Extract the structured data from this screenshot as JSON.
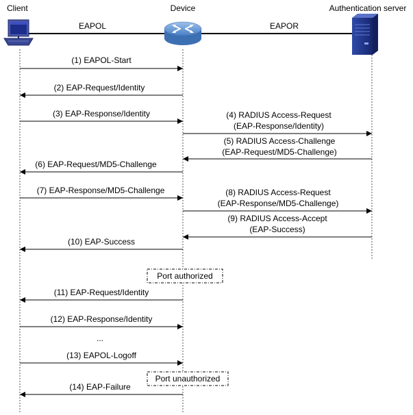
{
  "participants": {
    "client": "Client",
    "device": "Device",
    "server": "Authentication server"
  },
  "links": {
    "eapol": "EAPOL",
    "eapor": "EAPOR"
  },
  "messages": [
    {
      "id": "m1",
      "label": "(1) EAPOL-Start"
    },
    {
      "id": "m2",
      "label": "(2) EAP-Request/Identity"
    },
    {
      "id": "m3",
      "label": "(3) EAP-Response/Identity"
    },
    {
      "id": "m4",
      "label": "(4) RADIUS Access-Request",
      "sub": "(EAP-Response/Identity)"
    },
    {
      "id": "m5",
      "label": "(5) RADIUS Access-Challenge",
      "sub": "(EAP-Request/MD5-Challenge)"
    },
    {
      "id": "m6",
      "label": "(6) EAP-Request/MD5-Challenge"
    },
    {
      "id": "m7",
      "label": "(7) EAP-Response/MD5-Challenge"
    },
    {
      "id": "m8",
      "label": "(8) RADIUS Access-Request",
      "sub": "(EAP-Response/MD5-Challenge)"
    },
    {
      "id": "m9",
      "label": "(9) RADIUS Access-Accept",
      "sub": "(EAP-Success)"
    },
    {
      "id": "m10",
      "label": "(10) EAP-Success"
    },
    {
      "id": "m11",
      "label": "(11) EAP-Request/Identity"
    },
    {
      "id": "m12",
      "label": "(12) EAP-Response/Identity"
    },
    {
      "id": "m13",
      "label": "(13) EAPOL-Logoff"
    },
    {
      "id": "m14",
      "label": "(14) EAP-Failure"
    }
  ],
  "states": {
    "authorized": "Port authorized",
    "unauthorized": "Port unauthorized"
  },
  "ellipsis": "...",
  "colors": {
    "server": "#233a8f",
    "router": "#6f9fd8",
    "client_screen": "#1c2d8c"
  }
}
